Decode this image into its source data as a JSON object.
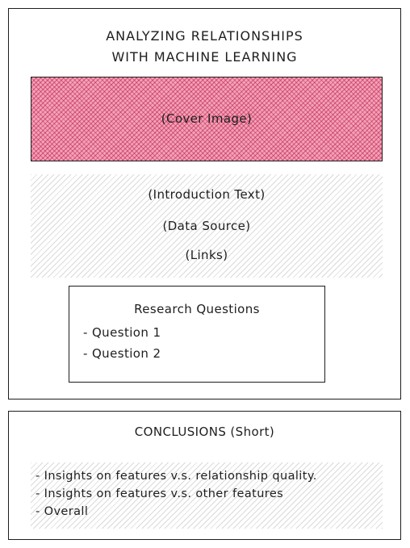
{
  "title_line1": "ANALYZING RELATIONSHIPS",
  "title_line2": "WITH MACHINE LEARNING",
  "cover": "(Cover Image)",
  "intro": {
    "text": "(Introduction Text)",
    "data_source": "(Data Source)",
    "links": "(Links)"
  },
  "research": {
    "heading": "Research Questions",
    "items": [
      "- Question 1",
      "- Question 2"
    ]
  },
  "conclusions": {
    "heading": "CONCLUSIONS (Short)",
    "items": [
      "- Insights on features v.s. relationship quality.",
      "- Insights on features v.s. other features",
      "- Overall"
    ]
  },
  "colors": {
    "stroke": "#1e1e1e",
    "cover_fill": "#f1a2b6",
    "hatch_grey": "#787878"
  }
}
